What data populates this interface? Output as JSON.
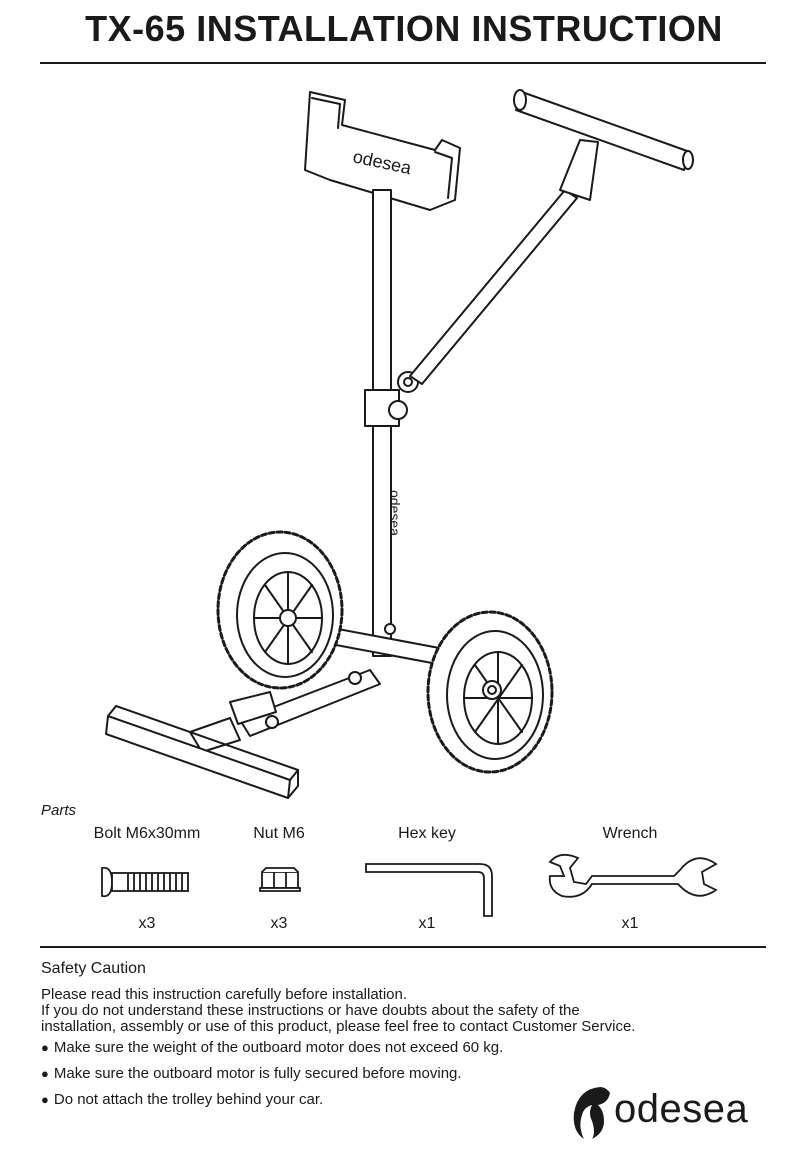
{
  "header": {
    "title": "TX-65 INSTALLATION INSTRUCTION"
  },
  "illustration": {
    "brand_mark_handle": "odesea",
    "brand_mark_pole": "odesea"
  },
  "parts": {
    "heading": "Parts",
    "items": [
      {
        "name": "Bolt M6x30mm",
        "qty": "x3",
        "icon": "bolt-icon"
      },
      {
        "name": "Nut M6",
        "qty": "x3",
        "icon": "nut-icon"
      },
      {
        "name": "Hex key",
        "qty": "x1",
        "icon": "hex-key-icon"
      },
      {
        "name": "Wrench",
        "qty": "x1",
        "icon": "wrench-icon"
      }
    ]
  },
  "safety": {
    "title": "Safety Caution",
    "intro_lines": [
      "Please read this instruction carefully before installation.",
      "If you do not understand these instructions or have doubts about the safety of the",
      "installation, assembly or use of this product, please feel free to contact Customer Service."
    ],
    "bullets": [
      "Make sure the weight of the outboard motor does not exceed 60 kg.",
      "Make sure the outboard motor is fully secured before moving.",
      "Do not attach the trolley behind your car."
    ]
  },
  "footer": {
    "logo_text": "odesea"
  }
}
